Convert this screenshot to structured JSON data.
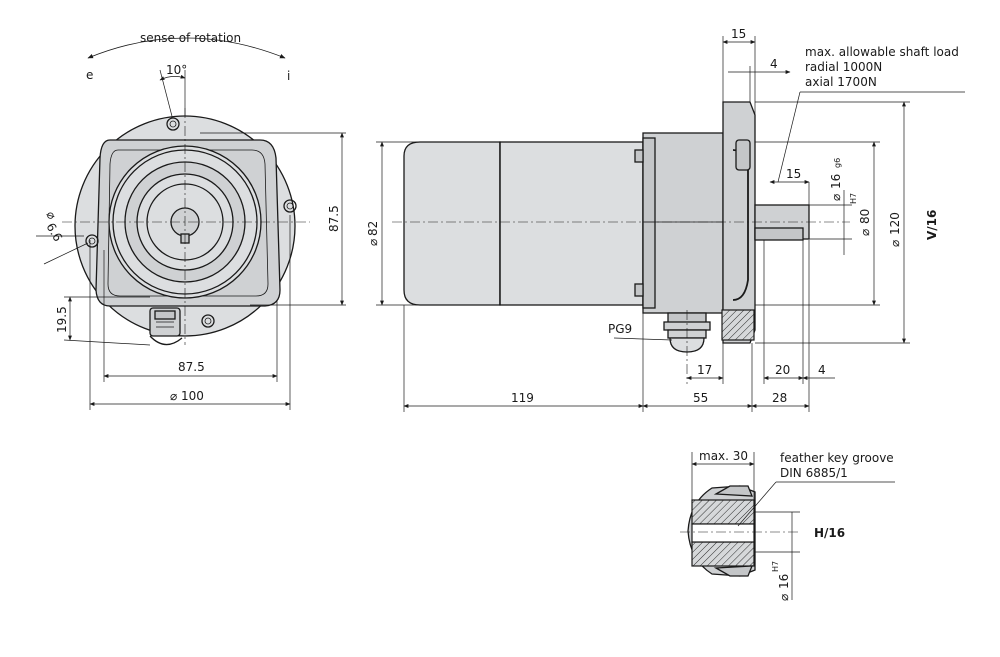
{
  "front_view": {
    "rotation_label": "sense of rotation",
    "dir_e": "e",
    "dir_i": "i",
    "angle": "10°",
    "hole_dia": "6.6",
    "dim_87_5_vert": "87.5",
    "dim_19_5": "19.5",
    "dim_87_5_horiz": "87.5",
    "dim_dia_100": "100"
  },
  "side_view": {
    "dim_82": "82",
    "dim_119": "119",
    "dim_55": "55",
    "dim_28": "28",
    "dim_17": "17",
    "dim_20": "20",
    "dim_4_bottom": "4",
    "dim_15_top": "15",
    "dim_4_top": "4",
    "dim_15_shaft": "15",
    "dim_16_shaft": "16",
    "shaft_tol": "g6",
    "bore_tol": "H7",
    "dim_80": "80",
    "dim_120": "120",
    "pg9_label": "PG9",
    "variant_label": "V/16",
    "shaft_load_title": "max. allowable shaft load",
    "shaft_load_radial": "radial 1000N",
    "shaft_load_axial": "axial 1700N"
  },
  "detail_view": {
    "max_depth": "max. 30",
    "key_groove_line1": "feather key groove",
    "key_groove_line2": "DIN 6885/1",
    "variant_label": "H/16",
    "bore_tol": "H7",
    "dim_16": "16"
  },
  "colors": {
    "housing_light": "#dcdee0",
    "housing_mid": "#cfd1d3",
    "housing_dark": "#c4c6c8",
    "line": "#1a1a1a"
  }
}
